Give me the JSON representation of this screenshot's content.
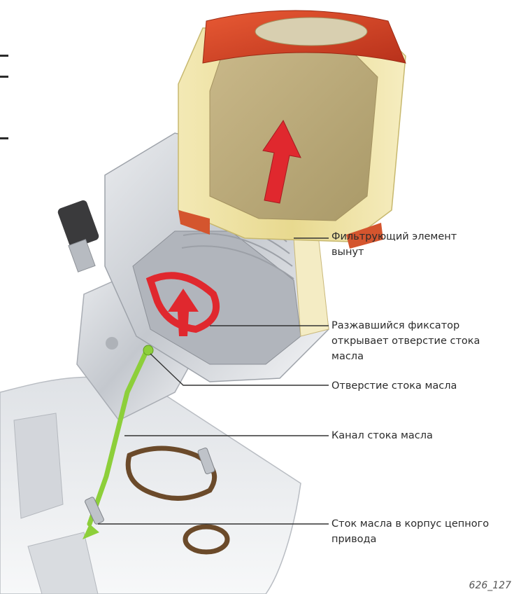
{
  "callouts": [
    {
      "id": "filter-removed",
      "lines": [
        "Фильтрующий элемент",
        "вынут"
      ]
    },
    {
      "id": "latch-opens",
      "lines": [
        "Разжавшийся фиксатор",
        "открывает отверстие стока",
        "масла"
      ]
    },
    {
      "id": "drain-hole",
      "lines": [
        "Отверстие стока масла"
      ]
    },
    {
      "id": "drain-channel",
      "lines": [
        "Канал стока масла"
      ]
    },
    {
      "id": "drain-to-chain",
      "lines": [
        "Сток масла в корпус цепного",
        "привода"
      ]
    }
  ],
  "figure_number": "626_127",
  "colors": {
    "filter_body": "#efe3a6",
    "filter_cap": "#d4442a",
    "arrow_red": "#e0282e",
    "oil_green": "#8dcf3a",
    "housing": "#c9ccd2",
    "seal": "#6b4a2a",
    "leader": "#333333"
  }
}
